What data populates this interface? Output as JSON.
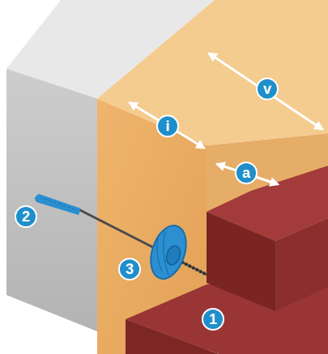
{
  "diagram": {
    "labels": [
      "i",
      "v",
      "a",
      "2",
      "3",
      "1"
    ]
  }
}
